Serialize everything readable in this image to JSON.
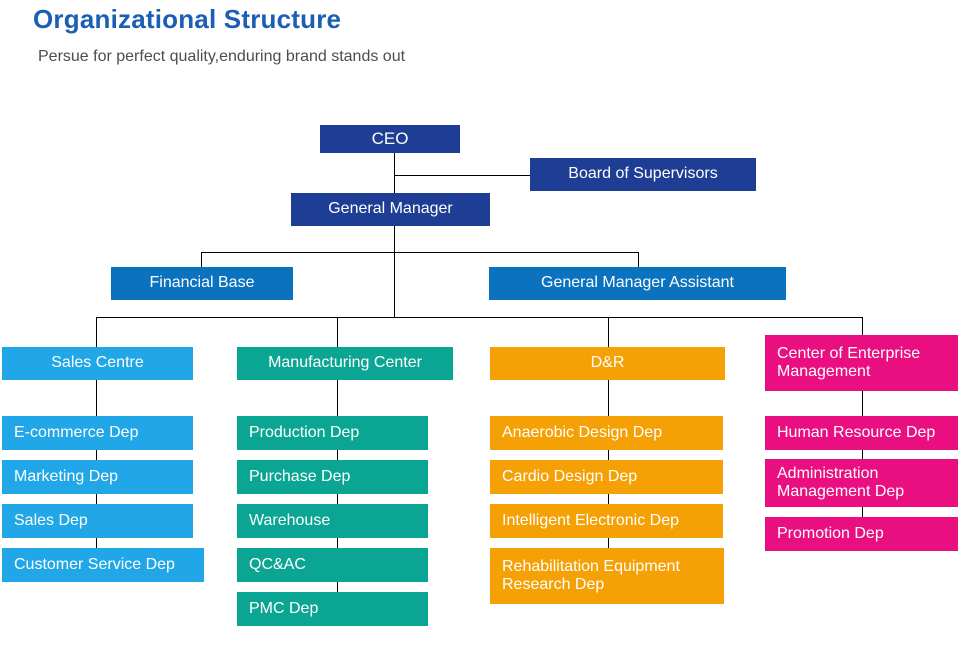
{
  "header": {
    "title": "Organizational Structure",
    "subtitle": "Persue for perfect quality,enduring brand stands out"
  },
  "colors": {
    "title": "#1a5fb4",
    "navy": "#1e3e95",
    "blue": "#0b72bf",
    "lightblue": "#21a7e8",
    "teal": "#0ba593",
    "orange": "#f5a005",
    "magenta": "#ea0f81",
    "connector": "#000000"
  },
  "nodes": {
    "ceo": "CEO",
    "board": "Board of Supervisors",
    "general_manager": "General Manager",
    "financial_base": "Financial Base",
    "gm_assistant": "General Manager Assistant",
    "columns": [
      {
        "header": "Sales Centre",
        "items": [
          "E-commerce Dep",
          "Marketing Dep",
          "Sales Dep",
          "Customer Service Dep"
        ]
      },
      {
        "header": "Manufacturing Center",
        "items": [
          "Production Dep",
          "Purchase Dep",
          "Warehouse",
          "QC&AC",
          "PMC Dep"
        ]
      },
      {
        "header": "D&R",
        "items": [
          "Anaerobic Design Dep",
          "Cardio Design Dep",
          "Intelligent Electronic Dep",
          "Rehabilitation Equipment Research Dep"
        ]
      },
      {
        "header": "Center of Enterprise Management",
        "items": [
          "Human Resource Dep",
          "Administration Management Dep",
          "Promotion Dep"
        ]
      }
    ]
  }
}
